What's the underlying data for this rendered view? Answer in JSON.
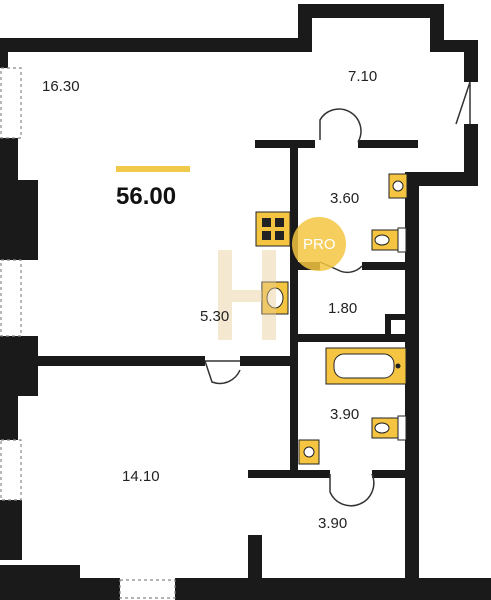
{
  "plan": {
    "total_area": "56.00",
    "watermark_text": "PRO",
    "rooms": [
      {
        "id": "living",
        "area": "16.30"
      },
      {
        "id": "balcony",
        "area": "7.10"
      },
      {
        "id": "bathroom-top",
        "area": "3.60"
      },
      {
        "id": "hall",
        "area": "5.30"
      },
      {
        "id": "storage",
        "area": "1.80"
      },
      {
        "id": "bathroom-bottom",
        "area": "3.90"
      },
      {
        "id": "bedroom",
        "area": "14.10"
      },
      {
        "id": "corridor",
        "area": "3.90"
      }
    ],
    "colors": {
      "wall": "#1a1a1a",
      "fixture": "#f5c542",
      "accent": "#f0c84a",
      "watermark": "#e8cf98"
    }
  }
}
